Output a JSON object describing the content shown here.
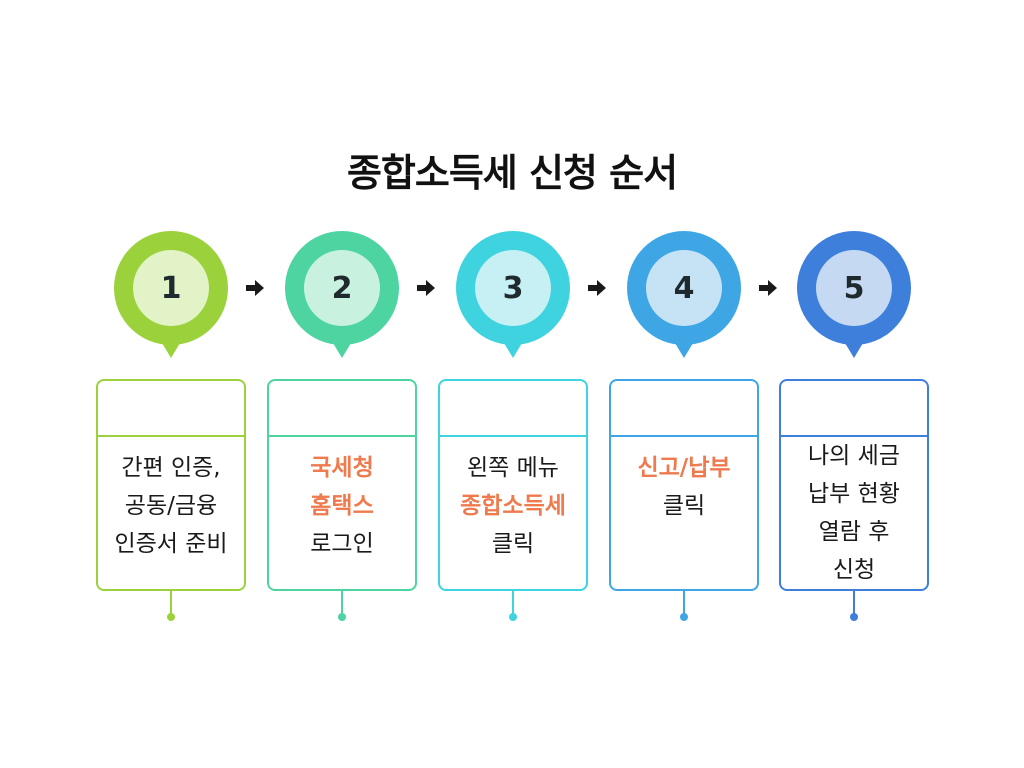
{
  "title": "종합소득세 신청 순서",
  "steps": [
    {
      "number": "1",
      "outer_color": "#9bd23c",
      "inner_color": "#e3f3c8",
      "lines": [
        {
          "text": "간편 인증,",
          "highlight": false
        },
        {
          "text": "공동/금융",
          "highlight": false
        },
        {
          "text": "인증서 준비",
          "highlight": false
        }
      ]
    },
    {
      "number": "2",
      "outer_color": "#4dd4a0",
      "inner_color": "#c9f1df",
      "lines": [
        {
          "text": "국세청",
          "highlight": true
        },
        {
          "text": "홈택스",
          "highlight": true
        },
        {
          "text": "로그인",
          "highlight": false
        }
      ]
    },
    {
      "number": "3",
      "outer_color": "#3fd3e0",
      "inner_color": "#c6f0f4",
      "lines": [
        {
          "text": "왼쪽 메뉴",
          "highlight": false
        },
        {
          "text": "종합소득세",
          "highlight": true
        },
        {
          "text": "클릭",
          "highlight": false
        }
      ]
    },
    {
      "number": "4",
      "outer_color": "#3ea6e4",
      "inner_color": "#c6e3f6",
      "lines": [
        {
          "text": "신고/납부",
          "highlight": true
        },
        {
          "text": "클릭",
          "highlight": false
        }
      ]
    },
    {
      "number": "5",
      "outer_color": "#3e7fdc",
      "inner_color": "#c5d9f3",
      "lines": [
        {
          "text": "나의 세금",
          "highlight": false
        },
        {
          "text": "납부 현황",
          "highlight": false
        },
        {
          "text": "열람 후",
          "highlight": false
        },
        {
          "text": "신청",
          "highlight": false
        }
      ]
    }
  ],
  "accent_color": "#ee7a4d",
  "arrow_color": "#1a1a1a"
}
